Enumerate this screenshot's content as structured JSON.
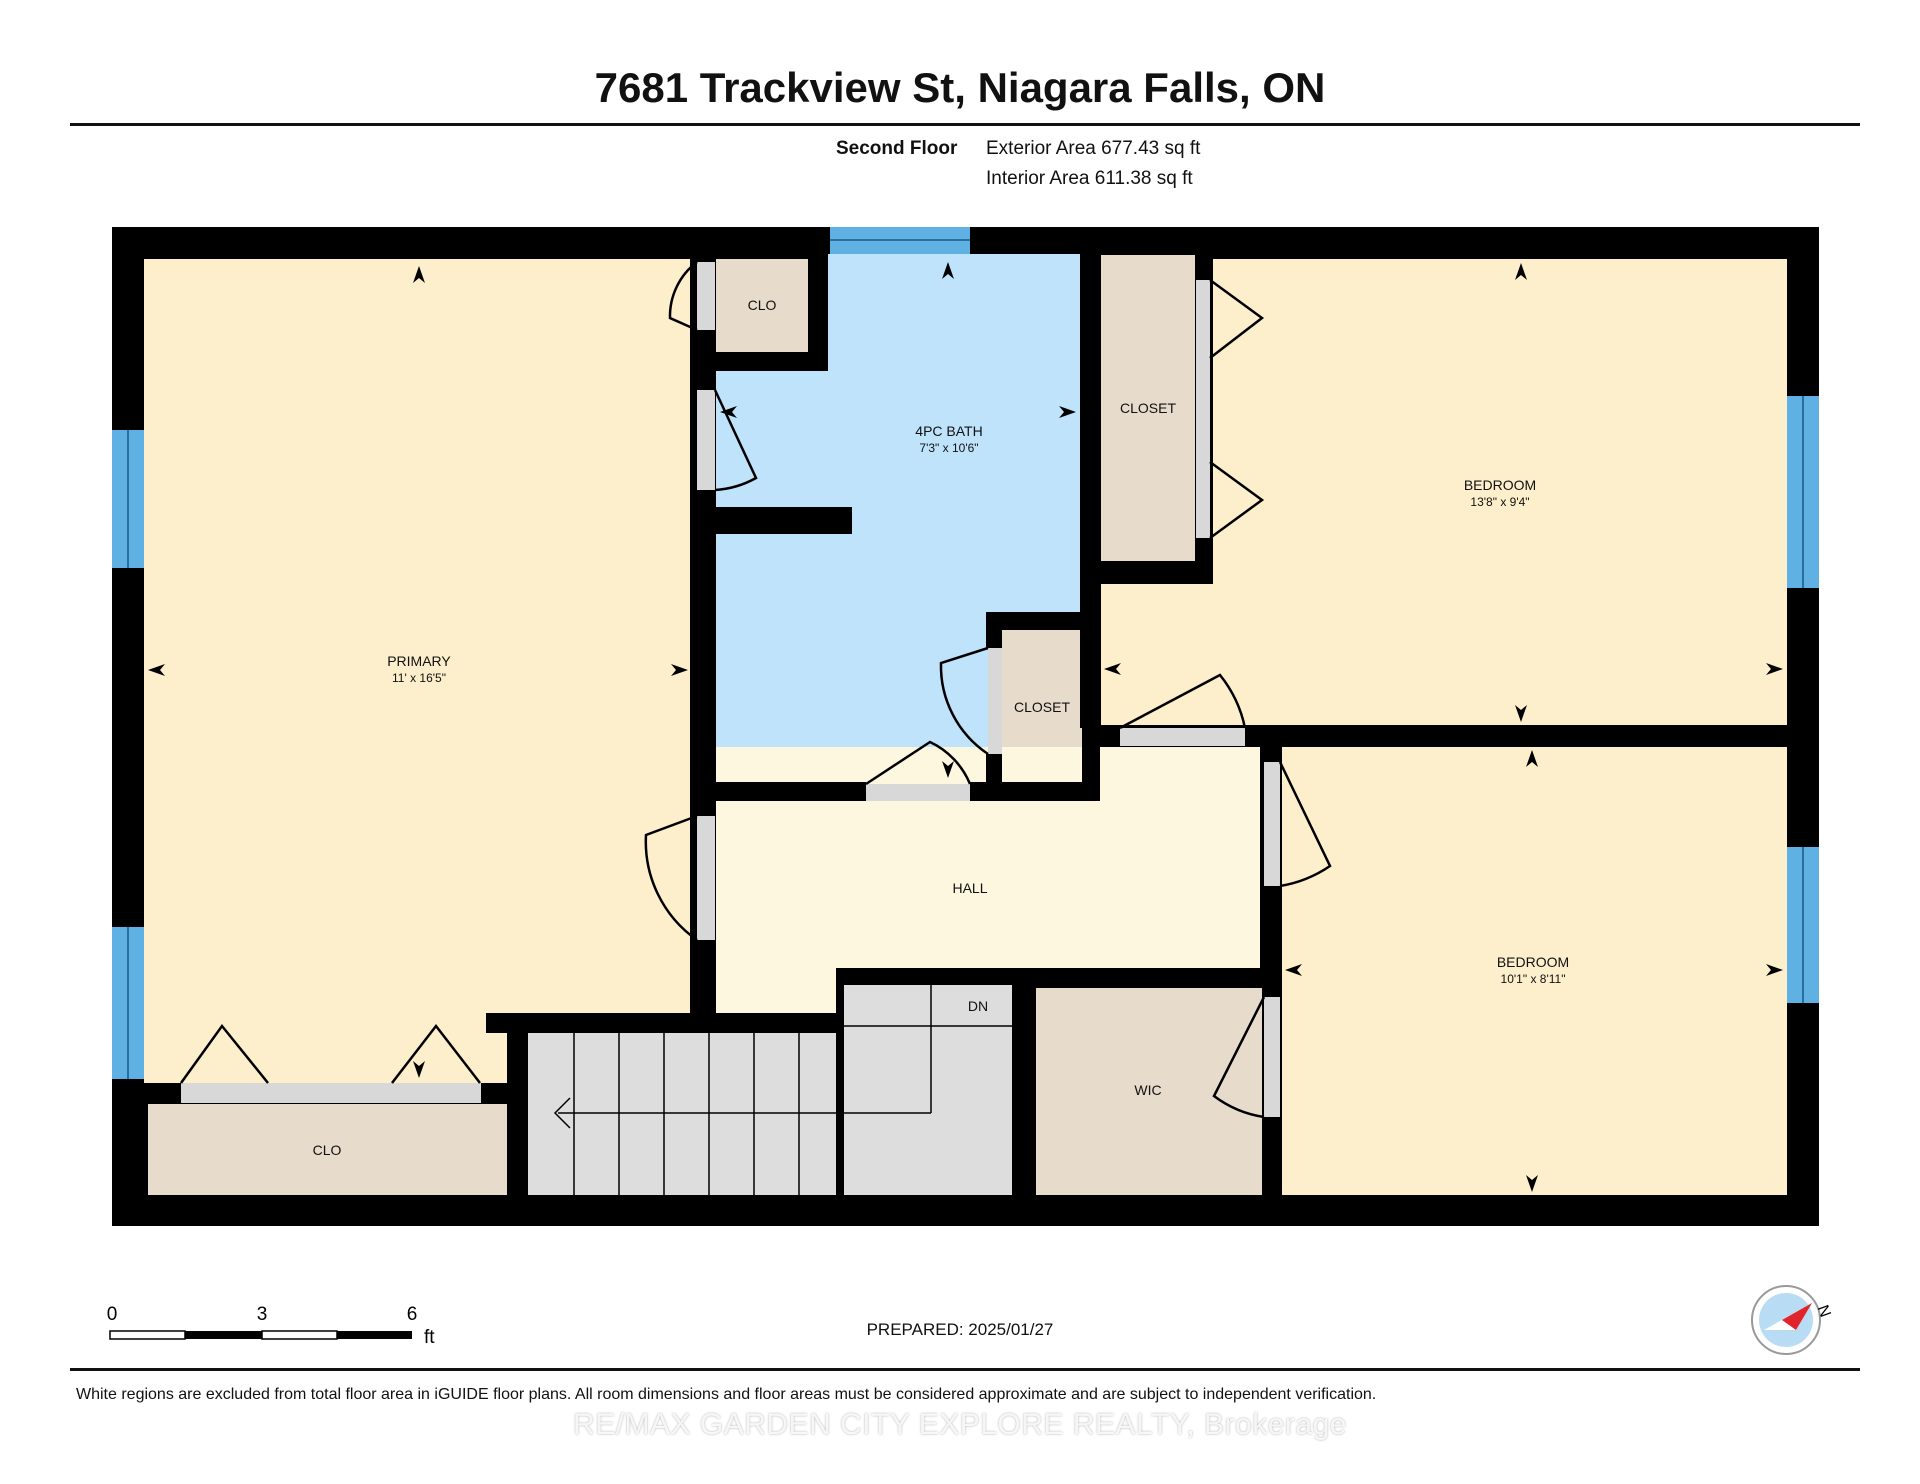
{
  "header": {
    "title": "7681 Trackview St, Niagara Falls, ON",
    "floor_label": "Second Floor",
    "exterior_area": "Exterior Area 677.43 sq ft",
    "interior_area": "Interior Area 611.38 sq ft"
  },
  "rooms": {
    "primary": {
      "name": "PRIMARY",
      "dims": "11' x 16'5\""
    },
    "bath": {
      "name": "4PC BATH",
      "dims": "7'3\" x 10'6\""
    },
    "clo_top": {
      "name": "CLO"
    },
    "closet_bath": {
      "name": "CLOSET"
    },
    "closet_top": {
      "name": "CLOSET"
    },
    "bedroom1": {
      "name": "BEDROOM",
      "dims": "13'8\" x 9'4\""
    },
    "bedroom2": {
      "name": "BEDROOM",
      "dims": "10'1\" x 8'11\""
    },
    "hall": {
      "name": "HALL"
    },
    "clo_bottom": {
      "name": "CLO"
    },
    "wic": {
      "name": "WIC"
    },
    "stairs": {
      "name": "DN"
    }
  },
  "scale": {
    "labels": [
      "0",
      "3",
      "6"
    ],
    "unit": "ft"
  },
  "compass": {
    "label": "N"
  },
  "footer": {
    "prepared": "PREPARED: 2025/01/27",
    "disclaimer": "White regions are excluded from total floor area in iGUIDE floor plans. All room dimensions and floor areas must be considered approximate and are subject to independent verification.",
    "watermark": "RE/MAX GARDEN CITY EXPLORE REALTY, Brokerage"
  },
  "colors": {
    "room_beige": "#fdefcb",
    "bath_blue": "#bfe3fb",
    "closet_tan": "#e7dccb",
    "hall_cream": "#fef7e0",
    "stairs_grey": "#dddddd",
    "wall": "#000000",
    "window_blue": "#5fb1e3",
    "compass_red": "#e0242b"
  }
}
